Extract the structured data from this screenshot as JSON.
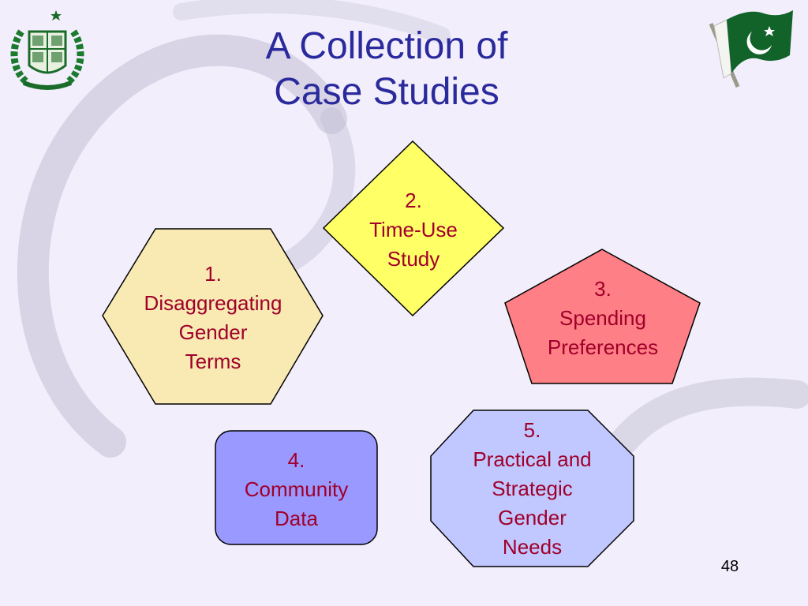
{
  "title": {
    "line1": "A Collection of",
    "line2": "Case Studies"
  },
  "shapes": [
    {
      "id": "disaggregating-gender-terms",
      "shape": "hexagon",
      "fill": "#f8eab2",
      "text": "1.\nDisaggregating\nGender\nTerms"
    },
    {
      "id": "time-use-study",
      "shape": "diamond",
      "fill": "#ffff66",
      "text": "2.\nTime-Use\nStudy"
    },
    {
      "id": "spending-preferences",
      "shape": "pentagon",
      "fill": "#ff7f86",
      "text": "3.\nSpending\nPreferences"
    },
    {
      "id": "community-data",
      "shape": "rounded-rectangle",
      "fill": "#9999ff",
      "text": "4.\nCommunity\nData"
    },
    {
      "id": "practical-strategic-gender-needs",
      "shape": "octagon",
      "fill": "#c0c8ff",
      "text": "5.\nPractical and\nStrategic\nGender\nNeeds"
    }
  ],
  "page_number": "48",
  "colors": {
    "background": "#f2eefb",
    "title": "#2a2a9c",
    "shape_text": "#a0002a",
    "outline": "#000000"
  },
  "icons": [
    "government-emblem-icon",
    "pakistan-flag-icon"
  ]
}
